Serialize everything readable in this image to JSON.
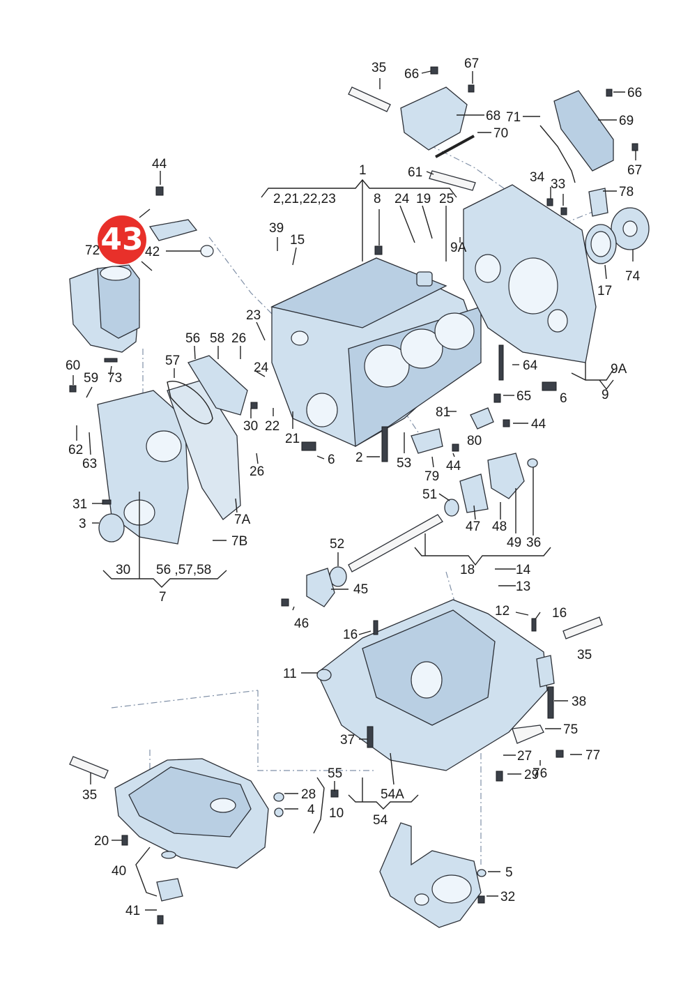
{
  "diagram": {
    "highlight": {
      "label": "43",
      "color": "#e8302a"
    },
    "callouts": [
      {
        "id": "1",
        "label": "1"
      },
      {
        "id": "2-21-22-23",
        "label": "2,21,22,23"
      },
      {
        "id": "8",
        "label": "8"
      },
      {
        "id": "24a",
        "label": "24"
      },
      {
        "id": "19",
        "label": "19"
      },
      {
        "id": "25",
        "label": "25"
      },
      {
        "id": "35a",
        "label": "35"
      },
      {
        "id": "66a",
        "label": "66"
      },
      {
        "id": "67a",
        "label": "67"
      },
      {
        "id": "68",
        "label": "68"
      },
      {
        "id": "70",
        "label": "70"
      },
      {
        "id": "71",
        "label": "71"
      },
      {
        "id": "66b",
        "label": "66"
      },
      {
        "id": "69",
        "label": "69"
      },
      {
        "id": "67b",
        "label": "67"
      },
      {
        "id": "61",
        "label": "61"
      },
      {
        "id": "34",
        "label": "34"
      },
      {
        "id": "33",
        "label": "33"
      },
      {
        "id": "78",
        "label": "78"
      },
      {
        "id": "9Aa",
        "label": "9A"
      },
      {
        "id": "17",
        "label": "17"
      },
      {
        "id": "74",
        "label": "74"
      },
      {
        "id": "44a",
        "label": "44"
      },
      {
        "id": "72",
        "label": "72"
      },
      {
        "id": "42",
        "label": "42"
      },
      {
        "id": "39",
        "label": "39"
      },
      {
        "id": "15",
        "label": "15"
      },
      {
        "id": "23",
        "label": "23"
      },
      {
        "id": "56a",
        "label": "56"
      },
      {
        "id": "58",
        "label": "58"
      },
      {
        "id": "26a",
        "label": "26"
      },
      {
        "id": "57",
        "label": "57"
      },
      {
        "id": "24b",
        "label": "24"
      },
      {
        "id": "60",
        "label": "60"
      },
      {
        "id": "59",
        "label": "59"
      },
      {
        "id": "73",
        "label": "73"
      },
      {
        "id": "64",
        "label": "64"
      },
      {
        "id": "9Ab",
        "label": "9A"
      },
      {
        "id": "9",
        "label": "9"
      },
      {
        "id": "65",
        "label": "65"
      },
      {
        "id": "6a",
        "label": "6"
      },
      {
        "id": "81",
        "label": "81"
      },
      {
        "id": "44b",
        "label": "44"
      },
      {
        "id": "80",
        "label": "80"
      },
      {
        "id": "30a",
        "label": "30"
      },
      {
        "id": "22",
        "label": "22"
      },
      {
        "id": "21",
        "label": "21"
      },
      {
        "id": "6b",
        "label": "6"
      },
      {
        "id": "62",
        "label": "62"
      },
      {
        "id": "63",
        "label": "63"
      },
      {
        "id": "26b",
        "label": "26"
      },
      {
        "id": "2",
        "label": "2"
      },
      {
        "id": "53",
        "label": "53"
      },
      {
        "id": "79",
        "label": "79"
      },
      {
        "id": "44c",
        "label": "44"
      },
      {
        "id": "31",
        "label": "31"
      },
      {
        "id": "51",
        "label": "51"
      },
      {
        "id": "7A",
        "label": "7A"
      },
      {
        "id": "47",
        "label": "47"
      },
      {
        "id": "48",
        "label": "48"
      },
      {
        "id": "49",
        "label": "49"
      },
      {
        "id": "36",
        "label": "36"
      },
      {
        "id": "3",
        "label": "3"
      },
      {
        "id": "7B",
        "label": "7B"
      },
      {
        "id": "52",
        "label": "52"
      },
      {
        "id": "18",
        "label": "18"
      },
      {
        "id": "14",
        "label": "14"
      },
      {
        "id": "30b",
        "label": "30"
      },
      {
        "id": "56-57-58",
        "label": "56 ,57,58"
      },
      {
        "id": "13",
        "label": "13"
      },
      {
        "id": "45",
        "label": "45"
      },
      {
        "id": "7",
        "label": "7"
      },
      {
        "id": "46",
        "label": "46"
      },
      {
        "id": "12",
        "label": "12"
      },
      {
        "id": "16a",
        "label": "16"
      },
      {
        "id": "16b",
        "label": "16"
      },
      {
        "id": "35b",
        "label": "35"
      },
      {
        "id": "11",
        "label": "11"
      },
      {
        "id": "38",
        "label": "38"
      },
      {
        "id": "75",
        "label": "75"
      },
      {
        "id": "37",
        "label": "37"
      },
      {
        "id": "27",
        "label": "27"
      },
      {
        "id": "77",
        "label": "77"
      },
      {
        "id": "76",
        "label": "76"
      },
      {
        "id": "29",
        "label": "29"
      },
      {
        "id": "55",
        "label": "55"
      },
      {
        "id": "35c",
        "label": "35"
      },
      {
        "id": "28",
        "label": "28"
      },
      {
        "id": "54A",
        "label": "54A"
      },
      {
        "id": "4",
        "label": "4"
      },
      {
        "id": "10",
        "label": "10"
      },
      {
        "id": "54",
        "label": "54"
      },
      {
        "id": "20",
        "label": "20"
      },
      {
        "id": "40",
        "label": "40"
      },
      {
        "id": "5",
        "label": "5"
      },
      {
        "id": "32",
        "label": "32"
      },
      {
        "id": "41",
        "label": "41"
      }
    ]
  }
}
